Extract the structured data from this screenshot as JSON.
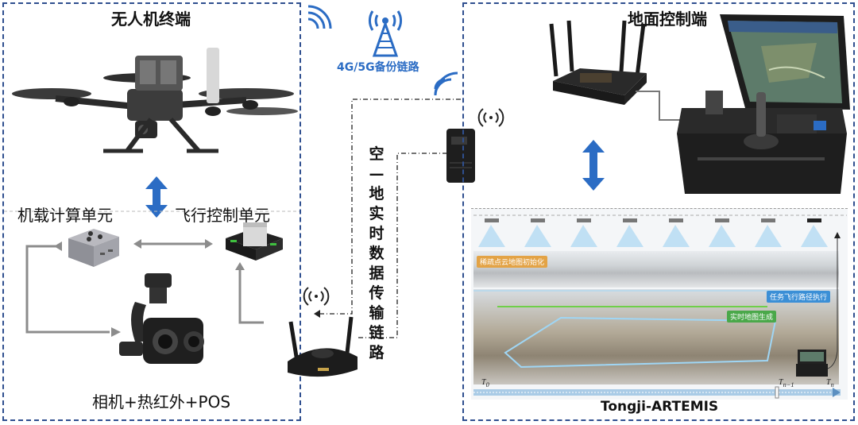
{
  "drone_terminal": {
    "title": "无人机终端",
    "onboard_compute": "机载计算单元",
    "flight_control": "飞行控制单元",
    "sensors": "相机+热红外+POS"
  },
  "ground_control": {
    "title": "地面控制端"
  },
  "links": {
    "backup_link": "4G/5G备份链路",
    "realtime_link": "空—地实时数据传输链路"
  },
  "artemis": {
    "title": "Tongji-ARTEMIS",
    "tag_pointcloud": "稀疏点云地图初始化",
    "tag_path": "任务飞行路径执行",
    "tag_map": "实时地图生成",
    "time_t0": "T",
    "time_t0_sub": "0",
    "time_tn1": "T",
    "time_tn1_sub": "n−1",
    "time_tn": "T",
    "time_tn_sub": "n"
  },
  "colors": {
    "panel_border": "#2f4f8f",
    "accent_blue": "#2b6cc4",
    "arrow_gray": "#8c8c8c"
  }
}
